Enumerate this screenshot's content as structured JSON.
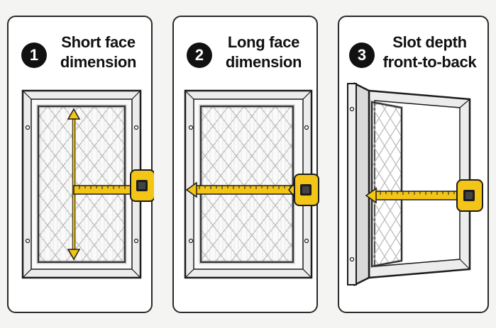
{
  "panels": [
    {
      "number": "1",
      "title_line1": "Short face",
      "title_line2": "dimension"
    },
    {
      "number": "2",
      "title_line1": "Long face",
      "title_line2": "dimension"
    },
    {
      "number": "3",
      "title_line1": "Slot depth",
      "title_line2": "front-to-back"
    }
  ],
  "colors": {
    "tape": "#f2c516",
    "tape_body": "#e9b500",
    "outline": "#1c1c1c",
    "frame": "#ececec",
    "filter": "#f7f7f7"
  },
  "icons": [
    "tape-measure-icon",
    "filter-icon",
    "frame-icon",
    "screw-icon"
  ]
}
